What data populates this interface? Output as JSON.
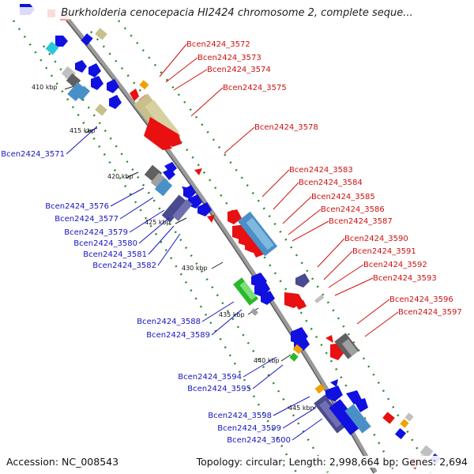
{
  "title": "Burkholderia cenocepacia HI2424 chromosome 2, complete seque...",
  "accession": "Accession: NC_008543",
  "topology": "Topology: circular; Length: 2,998,664 bp; Genes: 2,694",
  "colors": {
    "forward_label": "#d01010",
    "reverse_label": "#1515c0",
    "backbone": "#8a8a8a",
    "dots": "#2a8a2a"
  },
  "ticks": [
    "410 kbp",
    "415 kbp",
    "420 kbp",
    "425 kbp",
    "430 kbp",
    "435 kbp",
    "440 kbp",
    "445 kbp"
  ],
  "genes_right": [
    "Bcen2424_3572",
    "Bcen2424_3573",
    "Bcen2424_3574",
    "Bcen2424_3575",
    "Bcen2424_3578",
    "Bcen2424_3583",
    "Bcen2424_3584",
    "Bcen2424_3585",
    "Bcen2424_3586",
    "Bcen2424_3587",
    "Bcen2424_3590",
    "Bcen2424_3591",
    "Bcen2424_3592",
    "Bcen2424_3593",
    "Bcen2424_3596",
    "Bcen2424_3597"
  ],
  "genes_left": [
    "Bcen2424_3571",
    "Bcen2424_3576",
    "Bcen2424_3577",
    "Bcen2424_3579",
    "Bcen2424_3580",
    "Bcen2424_3581",
    "Bcen2424_3582",
    "Bcen2424_3588",
    "Bcen2424_3589",
    "Bcen2424_3594",
    "Bcen2424_3595",
    "Bcen2424_3598",
    "Bcen2424_3599",
    "Bcen2424_3600"
  ]
}
